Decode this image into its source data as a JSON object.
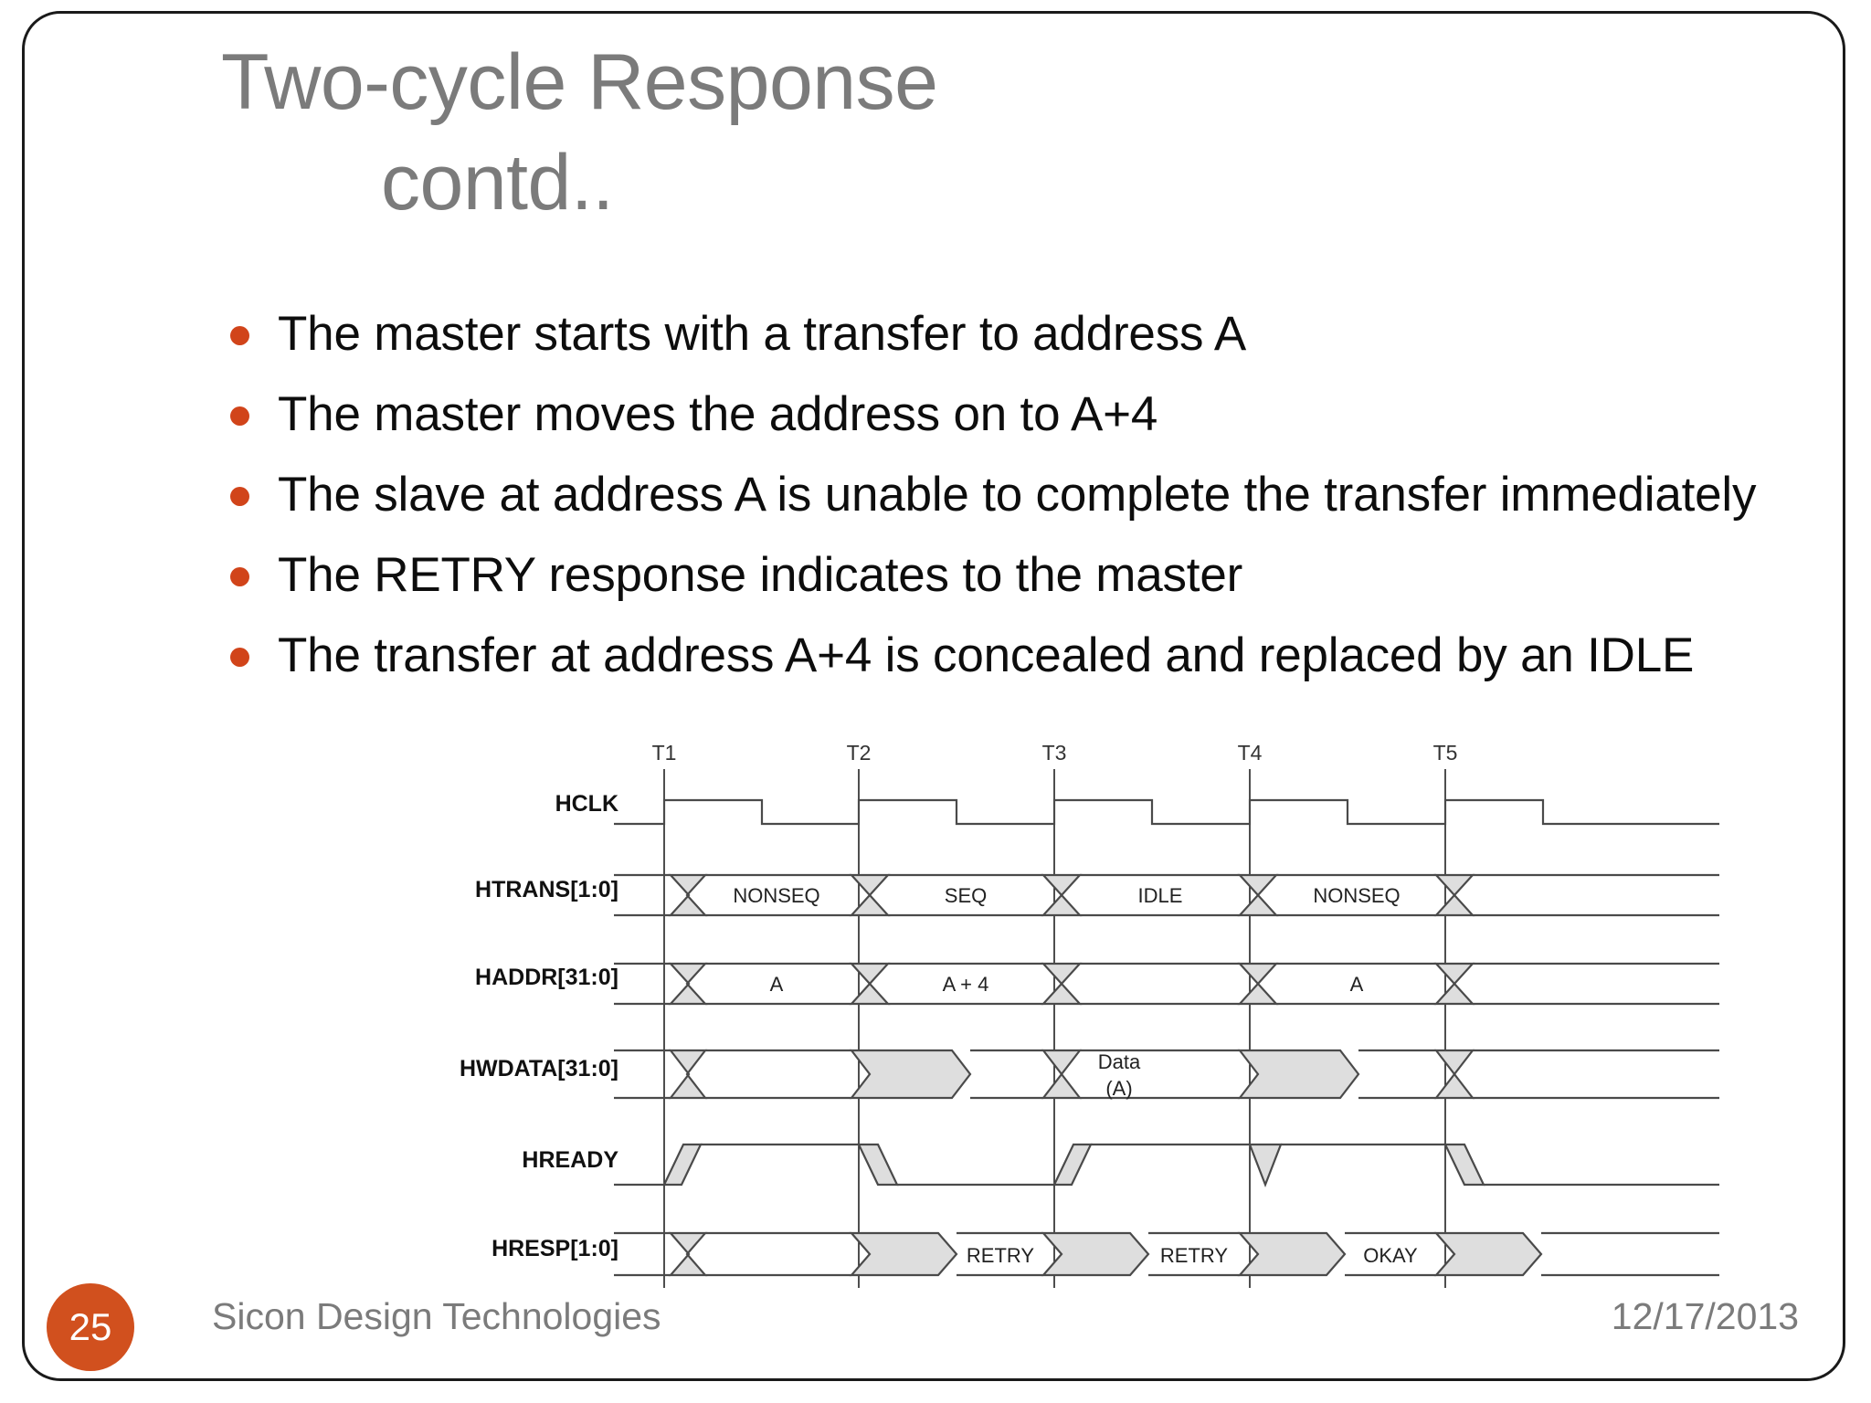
{
  "slide": {
    "title_line1": "Two-cycle Response",
    "title_line2": "contd..",
    "bullets": [
      "The master starts with a transfer to address A",
      "The master moves the address on to A+4",
      " The slave at address A is unable to complete the transfer immediately",
      " The RETRY response indicates to the master",
      " The transfer at address A+4 is concealed and replaced by an IDLE"
    ],
    "footer": {
      "page_number": "25",
      "company": "Sicon Design Technologies",
      "date": "12/17/2013"
    },
    "accent_color": "#d1441a",
    "title_color": "#7b7b7b"
  },
  "chart_data": {
    "type": "table",
    "title": "AHB two-cycle RETRY response timing diagram",
    "time_markers": [
      "T1",
      "T2",
      "T3",
      "T4",
      "T5"
    ],
    "signals": [
      {
        "name": "HCLK",
        "kind": "clock"
      },
      {
        "name": "HTRANS[1:0]",
        "kind": "bus",
        "values": [
          "NONSEQ",
          "SEQ",
          "IDLE",
          "NONSEQ",
          ""
        ]
      },
      {
        "name": "HADDR[31:0]",
        "kind": "bus",
        "values": [
          "A",
          "A + 4",
          "",
          "A",
          ""
        ]
      },
      {
        "name": "HWDATA[31:0]",
        "kind": "bus",
        "values": [
          "",
          "",
          "Data\n(A)",
          "",
          ""
        ]
      },
      {
        "name": "HREADY",
        "kind": "level",
        "values": [
          "high",
          "low",
          "high",
          "glitch",
          "high"
        ]
      },
      {
        "name": "HRESP[1:0]",
        "kind": "bus",
        "values": [
          "",
          "RETRY",
          "RETRY",
          "OKAY",
          ""
        ]
      }
    ],
    "labels": {
      "hclk": "HCLK",
      "htrans": "HTRANS[1:0]",
      "haddr": "HADDR[31:0]",
      "hwdata": "HWDATA[31:0]",
      "hready": "HREADY",
      "hresp": "HRESP[1:0]",
      "t1": "T1",
      "t2": "T2",
      "t3": "T3",
      "t4": "T4",
      "t5": "T5",
      "nonseq1": "NONSEQ",
      "seq": "SEQ",
      "idle": "IDLE",
      "nonseq2": "NONSEQ",
      "addr_a1": "A",
      "addr_a4": "A + 4",
      "addr_a2": "A",
      "data_a_1": "Data",
      "data_a_2": "(A)",
      "retry1": "RETRY",
      "retry2": "RETRY",
      "okay": "OKAY"
    }
  }
}
